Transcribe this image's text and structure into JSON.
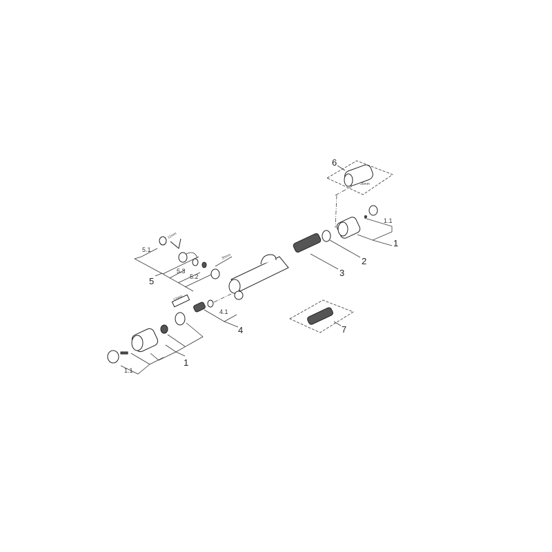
{
  "callouts": {
    "p6": "6",
    "p1_right": "1",
    "p1_1_right": "1.1",
    "p2": "2",
    "p3": "3",
    "p5": "5",
    "p5_1": "5.1",
    "p5_2": "5.2",
    "p5_3": "5.3",
    "p4": "4",
    "p4_1": "4.1",
    "p7": "7",
    "p1_left": "1",
    "p1_1_left": "1.1"
  },
  "tool_markings": {
    "wrench_5": "12mm",
    "wrench_body": "30mm",
    "wrench_4": "12mm",
    "tool_6": "36mm"
  }
}
